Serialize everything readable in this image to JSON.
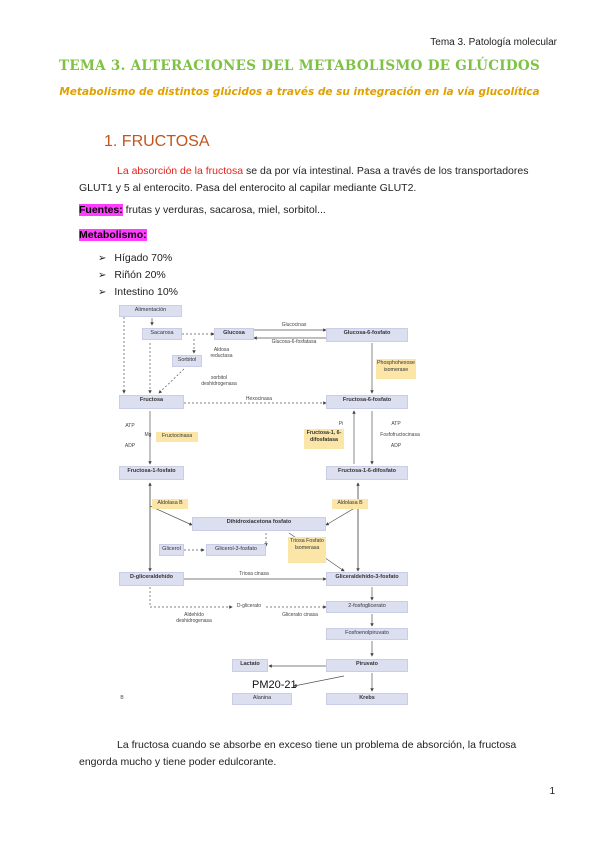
{
  "header": {
    "right": "Tema 3. Patología molecular"
  },
  "title": "TEMA 3. ALTERACIONES DEL METABOLISMO DE GLÚCIDOS",
  "subtitle": "Metabolismo de distintos glúcidos a través de su integración en la vía glucolítica",
  "section": "1. FRUCTOSA",
  "intro": {
    "highlight": "La absorción de la fructosa",
    "rest": " se da por vía intestinal. Pasa a través de los transportadores GLUT1 y 5 al enterocito. Pasa del enterocito al capilar mediante GLUT2."
  },
  "sources": {
    "label": "Fuentes:",
    "text": " frutas y verduras, sacarosa, miel, sorbitol..."
  },
  "metabolism": {
    "label": "Metabolismo:"
  },
  "bullets": [
    "Hígado 70%",
    "Riñón 20%",
    "Intestino 10%"
  ],
  "diagram": {
    "alimentacion": "Alimentación",
    "sacarosa": "Sacarosa",
    "glucosa": "Glucosa",
    "glucocinas": "Glucocinas",
    "g6fosfatasa": "Glucosa-6-fosfatasa",
    "g6p": "Glucosa-6-fosfato",
    "aldosa": "Aldosa reductasa",
    "sorbitol": "Sorbitol",
    "sorbitol_dh": "sorbitol deshidrogenasa",
    "phosphohexose": "Phosphohexose isomerase",
    "fructosa": "Fructosa",
    "hexocinasa": "Hexocinasa",
    "f6p": "Fructosa-6-fosfato",
    "atp1": "ATP",
    "mg": "Mg",
    "adp1": "ADP",
    "fructocinasa": "Fructocinasa",
    "pi": "Pi",
    "f16dp_enz": "Fructosa-1, 6-difosfatasa",
    "atp2": "ATP",
    "fosfofructo": "Fosfofructocinasa",
    "adp2": "ADP",
    "f1p": "Fructosa-1-fosfato",
    "f16dp": "Fructosa-1-6-difosfato",
    "aldolasa1": "Aldolasa B",
    "aldolasa2": "Aldolasa B",
    "dhap": "Dihidroxiacetona fosfato",
    "glicerol": "Glicerol",
    "glicerol3p": "Glicerol-3-fosfato",
    "triosa_iso": "Triosa Fosfato Isomerasa",
    "dglic": "D-gliceraldehído",
    "triosa_cin": "Triosa cinasa",
    "g3p": "Gliceraldehído-3-fosfato",
    "dglicerato": "D-glicerato",
    "aldehido_dh": "Aldehído deshidrogenasa",
    "glicerato_cin": "Glicerato cinasa",
    "fosfoglic": "2-fosfoglicerato",
    "fosfoenol": "Fosfoenolpiruvato",
    "lactato": "Lactato",
    "piruvato": "Piruvato",
    "alanina": "Alanina",
    "krebs": "Krebs",
    "watermark": "PM20-21",
    "corner": "B"
  },
  "footer_text": "La fructosa cuando se absorbe en exceso tiene un problema de absorción, la fructosa engorda mucho y tiene poder edulcorante.",
  "page_number": "1"
}
